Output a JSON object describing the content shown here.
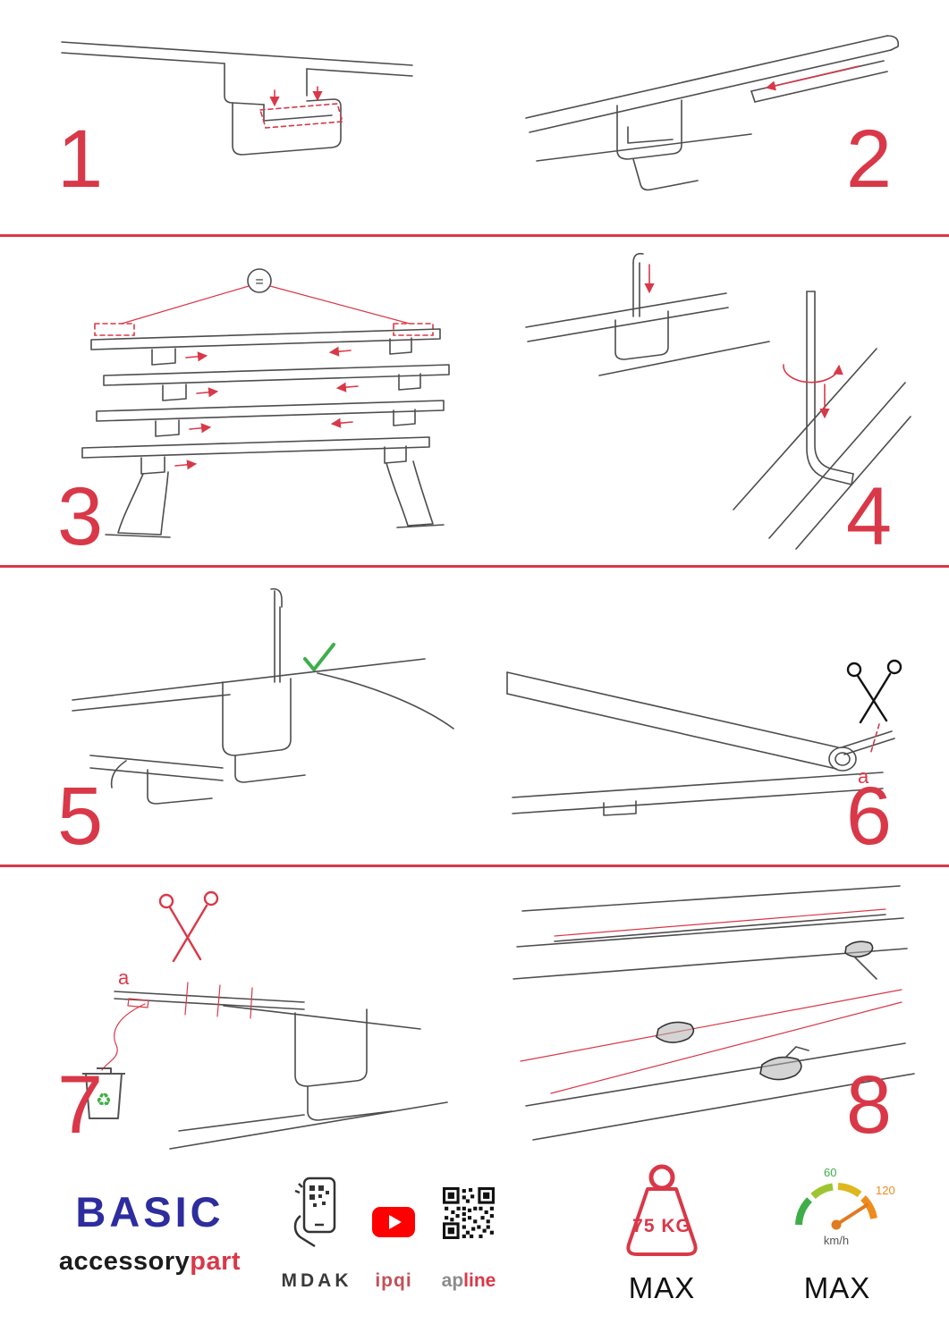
{
  "page": {
    "colors": {
      "accent_red": "#d93848",
      "line_gray": "#4d4d4d",
      "brand_navy": "#2d2d9f",
      "green": "#3fae49",
      "orange": "#ef8b1d",
      "label_gray": "#8c8c8c",
      "youtube_red": "#ff0000"
    }
  },
  "steps": [
    {
      "label": "1"
    },
    {
      "label": "2"
    },
    {
      "label": "3"
    },
    {
      "label": "4"
    },
    {
      "label": "5"
    },
    {
      "label": "6"
    },
    {
      "label": "7"
    },
    {
      "label": "8"
    }
  ],
  "annotations": {
    "equals": "=",
    "cut_label_step6": "a",
    "cut_label_step7": "a"
  },
  "icons": {
    "recycle": "♻"
  },
  "footer": {
    "series": "BASIC",
    "brand_black": "accessory",
    "brand_red": "part",
    "app_label": "MDAK",
    "video_label": "ipqi",
    "qr_label_gray": "ap",
    "qr_label_red": "line",
    "weight_value": "75 KG",
    "weight_max": "MAX",
    "speed_60": "60",
    "speed_120": "120",
    "speed_unit": "km/h",
    "speed_max": "MAX"
  }
}
